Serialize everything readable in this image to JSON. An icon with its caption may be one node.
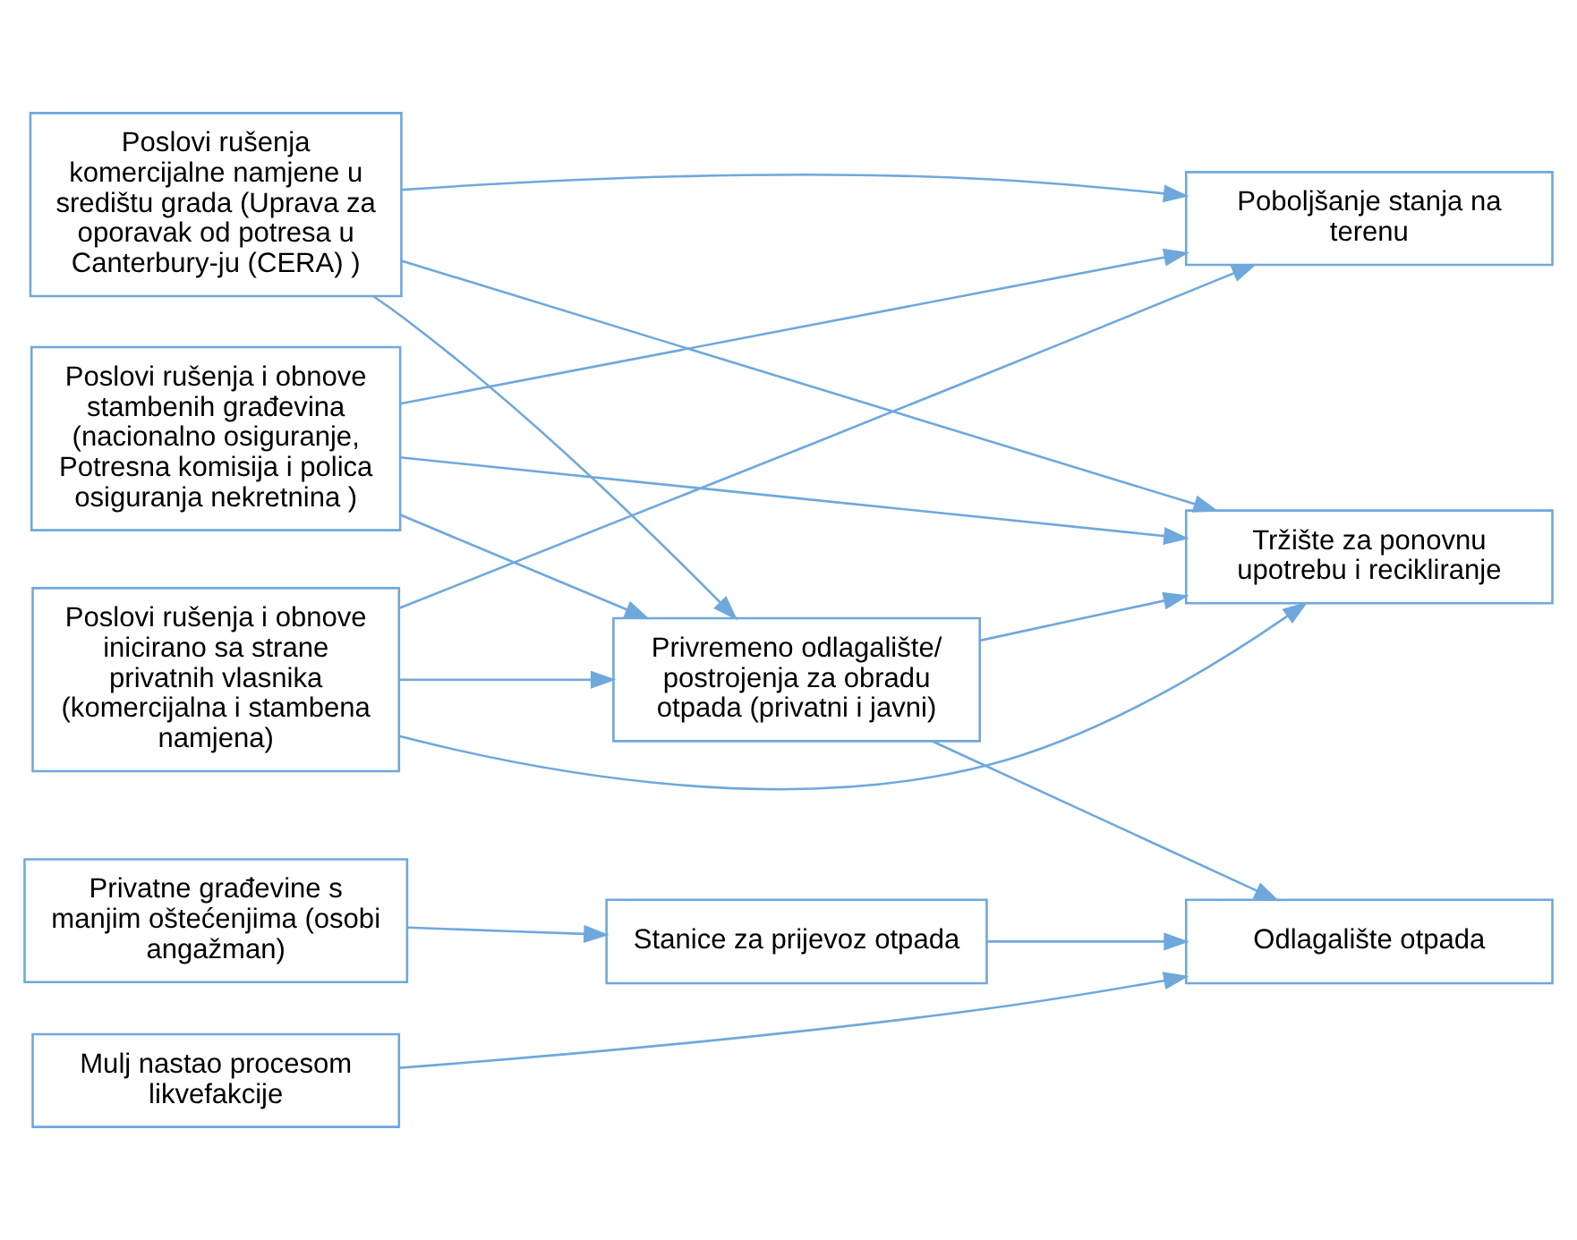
{
  "diagram": {
    "nodes": [
      {
        "text": [
          "Poslovi rušenja komercijalne namjene u središtu grada (Uprava za oporavak od potresa u Canterbury-ju (CERA) )"
        ]
      },
      {
        "text": [
          "Poslovi rušenja i obnove stambenih građevina (nacionalno osiguranje, Potresna komisija i polica osiguranja nekretnina )"
        ]
      },
      {
        "text": [
          "Poslovi rušenja i obnove inicirano sa strane privatnih vlasnika (komercijalna i stambena namjena)"
        ]
      },
      {
        "text": [
          "Privatne građevine s manjim oštećenjima (osobi angažman)"
        ]
      },
      {
        "text": [
          "Mulj nastao procesom likvefakcije"
        ]
      },
      {
        "text": [
          "Privremeno odlagalište/ postrojenja za obradu otpada (privatni i javni)"
        ]
      },
      {
        "text": [
          "Stanice za prijevoz otpada"
        ]
      },
      {
        "text": [
          "Tržište za ponovnu upotrebu i recikliranje"
        ]
      },
      {
        "text": [
          "Poboljšanje stanja na terenu"
        ]
      },
      {
        "text": [
          "Odlagalište otpada"
        ]
      }
    ],
    "edges": [
      {
        "from": 0,
        "to": 5,
        "arrow": "to"
      },
      {
        "from": 0,
        "to": 7,
        "arrow": "to"
      },
      {
        "from": 0,
        "to": 8,
        "arrow": "to"
      },
      {
        "from": 1,
        "to": 5,
        "arrow": "to"
      },
      {
        "from": 1,
        "to": 7,
        "arrow": "to"
      },
      {
        "from": 1,
        "to": 8,
        "arrow": "to"
      },
      {
        "from": 2,
        "to": 5,
        "arrow": "to"
      },
      {
        "from": 2,
        "to": 7,
        "arrow": "to"
      },
      {
        "from": 2,
        "to": 8,
        "arrow": "to"
      },
      {
        "from": 3,
        "to": 6,
        "arrow": "to"
      },
      {
        "from": 6,
        "to": 9,
        "arrow": "to"
      },
      {
        "from": 4,
        "to": 9,
        "arrow": "to"
      },
      {
        "from": 5,
        "to": 7,
        "arrow": "to"
      },
      {
        "from": 5,
        "to": 9,
        "arrow": "to"
      }
    ]
  }
}
